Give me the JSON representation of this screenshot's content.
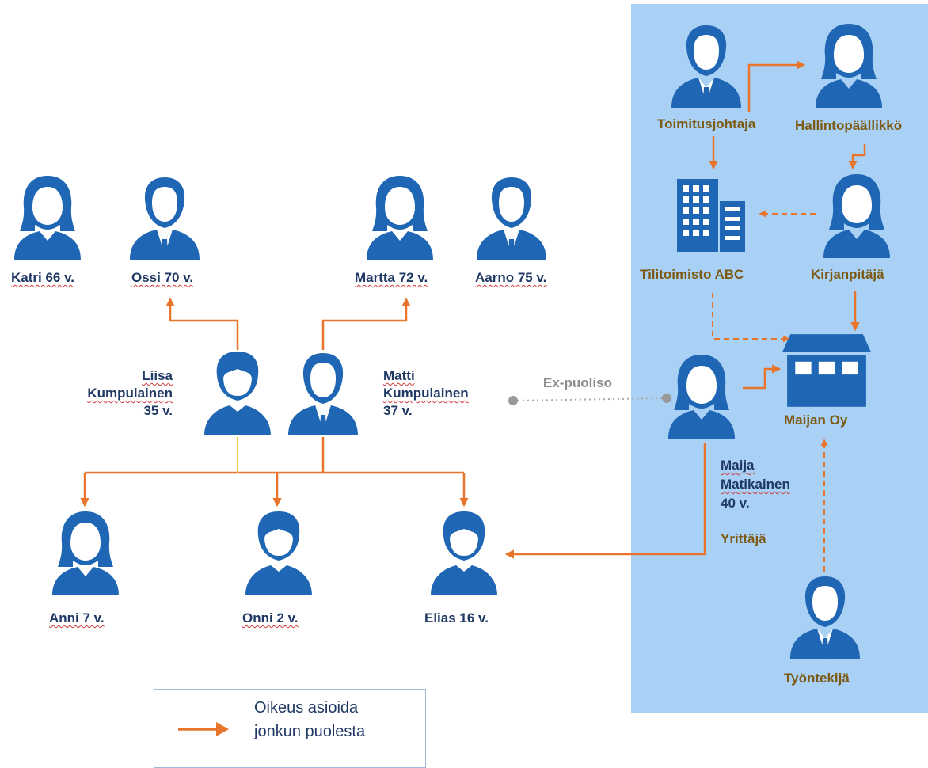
{
  "people": {
    "katri": "Katri 66 v.",
    "ossi": "Ossi 70 v.",
    "martta": "Martta 72 v.",
    "aarno": "Aarno 75 v.",
    "liisa": {
      "first": "Liisa",
      "last": "Kumpulainen",
      "age": "35 v."
    },
    "matti": {
      "first": "Matti",
      "last": "Kumpulainen",
      "age": "37 v."
    },
    "anni": "Anni 7 v.",
    "onni": "Onni 2 v.",
    "elias": "Elias 16 v.",
    "maija": {
      "first": "Maija",
      "last": "Matikainen",
      "age": "40 v.",
      "role": "Yrittäjä"
    }
  },
  "relation": {
    "ex_spouse": "Ex-puoliso"
  },
  "company": {
    "ceo": "Toimitusjohtaja",
    "admin_manager": "Hallintopäällikkö",
    "accounting_firm": "Tilitoimisto ABC",
    "bookkeeper": "Kirjanpitäjä",
    "firm": "Maijan Oy",
    "employee": "Työntekijä"
  },
  "legend": {
    "line1": "Oikeus asioida",
    "line2": "jonkun puolesta"
  },
  "colors": {
    "person": "#1f67b4",
    "arrow": "#e8752b",
    "panel": "#a9d0f5",
    "label": "#1f3864",
    "company_label": "#7d5a14"
  }
}
